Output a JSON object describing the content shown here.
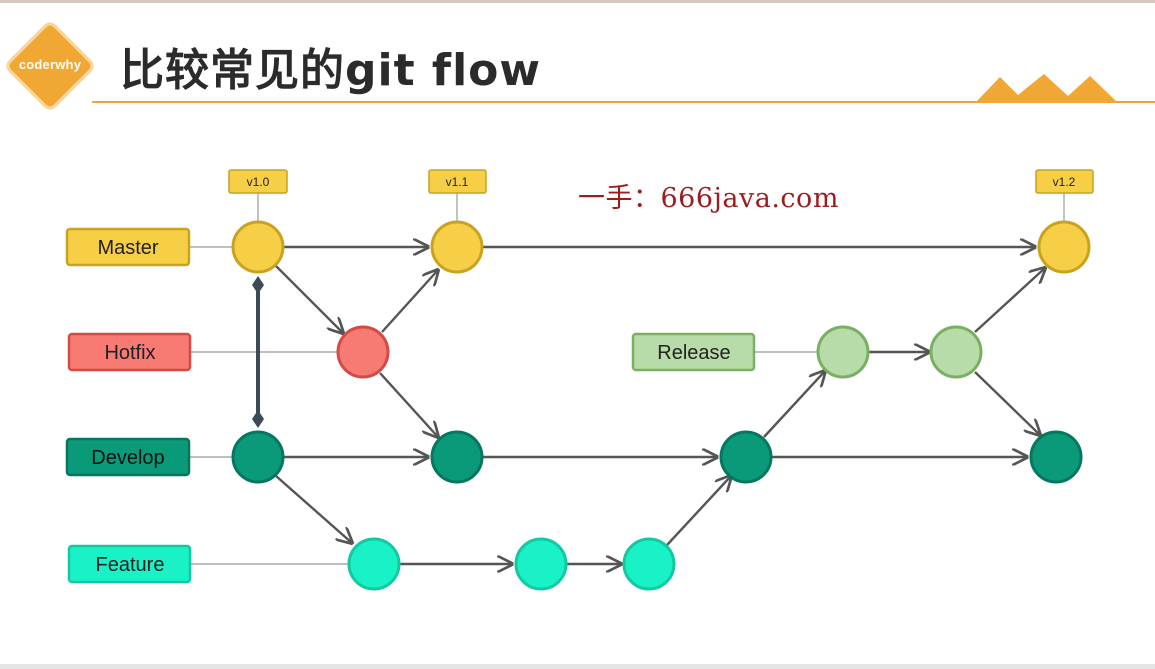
{
  "header": {
    "title": "比较常见的git flow",
    "logo_text": "coderwhy"
  },
  "watermark": "一手：666java.com",
  "branches": {
    "master": "Master",
    "hotfix": "Hotfix",
    "develop": "Develop",
    "feature": "Feature",
    "release": "Release"
  },
  "tags": [
    "v1.0",
    "v1.1",
    "v1.2"
  ],
  "colors": {
    "master": "#f7cf47",
    "master_stroke": "#c9a21f",
    "hotfix": "#f77a73",
    "hotfix_stroke": "#d64a44",
    "develop": "#0a9a7a",
    "develop_stroke": "#06775e",
    "feature": "#19f2c6",
    "feature_stroke": "#12c9a2",
    "release": "#b8dbaa",
    "release_stroke": "#78b060",
    "accent": "#f0a733"
  }
}
